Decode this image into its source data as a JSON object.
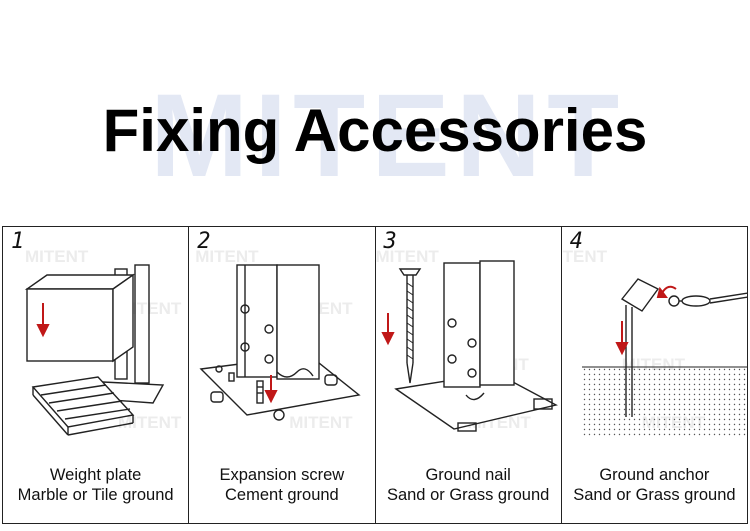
{
  "watermark": "MITENT",
  "title": "Fixing Accessories",
  "panels": [
    {
      "number": "1",
      "line1": "Weight plate",
      "line2": "Marble or Tile ground"
    },
    {
      "number": "2",
      "line1": "Expansion screw",
      "line2": "Cement ground"
    },
    {
      "number": "3",
      "line1": "Ground nail",
      "line2": "Sand or Grass ground"
    },
    {
      "number": "4",
      "line1": "Ground anchor",
      "line2": "Sand or Grass ground"
    }
  ],
  "colors": {
    "arrow": "#c01818",
    "line": "#222222",
    "watermark": "#e3e8f4"
  }
}
